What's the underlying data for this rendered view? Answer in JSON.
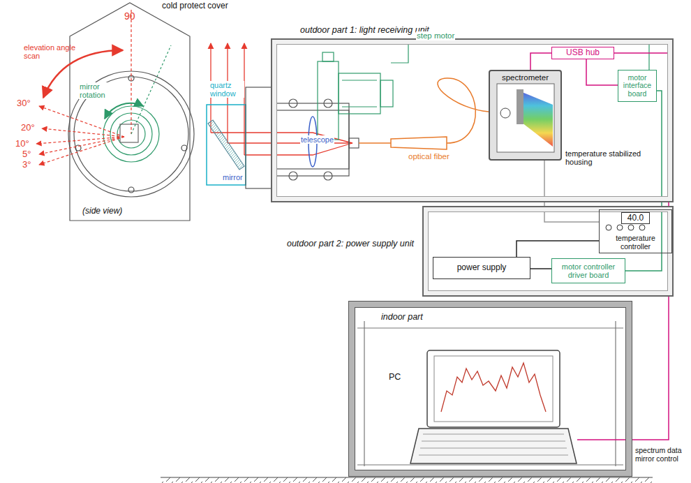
{
  "diagram": {
    "nodes": [
      {
        "text": [
          "outdoor part 1: light receiving unit"
        ]
      },
      {
        "text": [
          "spectrometer"
        ],
        "in": 0
      },
      {
        "text": [
          "USB hub"
        ],
        "in": 0
      },
      {
        "text": [
          "motor interface board"
        ],
        "in": 0
      },
      {
        "text": [
          "outdoor part 2: power supply unit"
        ]
      },
      {
        "text": [
          "40.0",
          "temperature controller"
        ],
        "in": 4
      },
      {
        "text": [
          "power supply"
        ],
        "in": 4
      },
      {
        "text": [
          "motor controller driver board"
        ],
        "in": 4
      },
      {
        "text": [
          "indoor part"
        ]
      },
      {
        "text": [
          "PC"
        ],
        "in": 8
      }
    ],
    "edges": [
      {
        "from": 2,
        "to": 9,
        "arrow": "none",
        "label": "spectrum data mirror control"
      },
      {
        "from": 2,
        "to": 1,
        "arrow": "none"
      },
      {
        "from": 2,
        "to": 3,
        "arrow": "none"
      },
      {
        "from": 3,
        "to": 7,
        "arrow": "none"
      },
      {
        "from": 5,
        "to": 1,
        "arrow": "none"
      },
      {
        "from": 6,
        "to": 5,
        "arrow": "none"
      },
      {
        "from": 6,
        "to": 7,
        "arrow": "none"
      }
    ],
    "labels": [
      "cold protect cover",
      "90",
      "elevation angle scan",
      "30°",
      "20°",
      "10°",
      "5°",
      "3°",
      "mirror rotation",
      "(side view)",
      "quartz window",
      "mirror",
      "telescope",
      "step motor",
      "optical fiber",
      "temperature stabilized housing"
    ]
  }
}
